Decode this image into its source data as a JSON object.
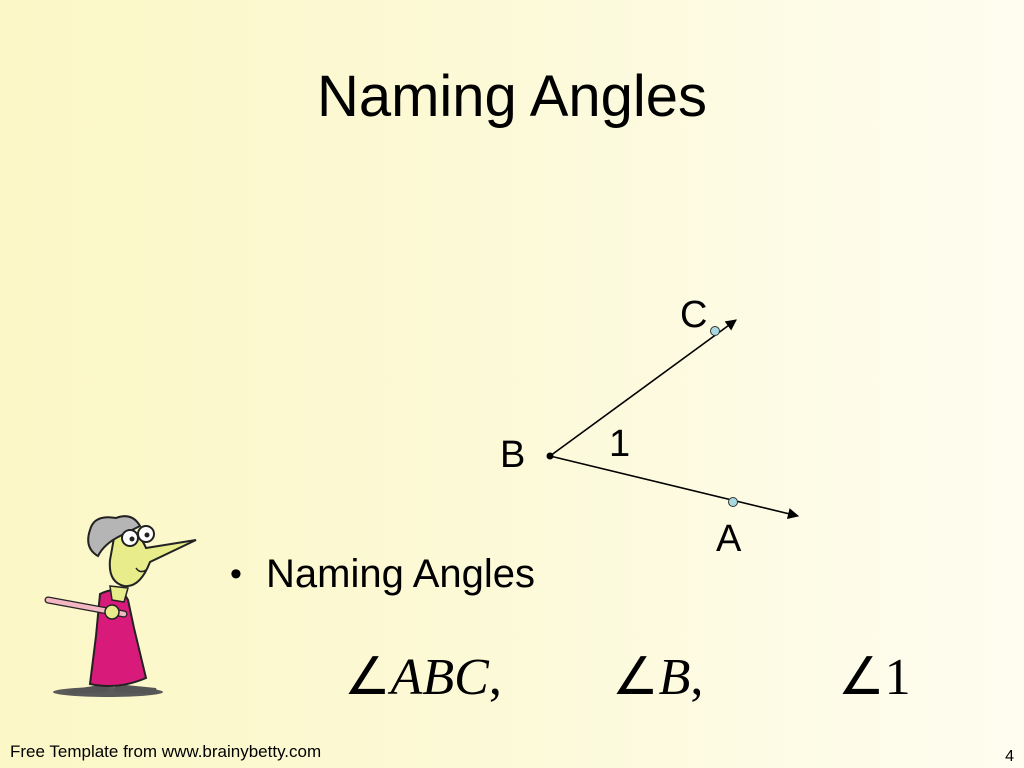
{
  "slide": {
    "title": "Naming Angles",
    "bullet": "Naming Angles",
    "footer": "Free Template from www.brainybetty.com",
    "page_number": "4"
  },
  "diagram": {
    "vertex_label": "B",
    "point_c_label": "C",
    "point_a_label": "A",
    "angle_number": "1"
  },
  "names": {
    "first_symbol": "∠",
    "first": "ABC",
    "second_symbol": "∠",
    "second": "B",
    "third_symbol": "∠",
    "third": "1",
    "separator": ","
  },
  "colors": {
    "point_fill": "#a8d8e0",
    "character_dress": "#d81b7a",
    "character_skin": "#e8ec8a",
    "pointer": "#f2b7c3"
  }
}
